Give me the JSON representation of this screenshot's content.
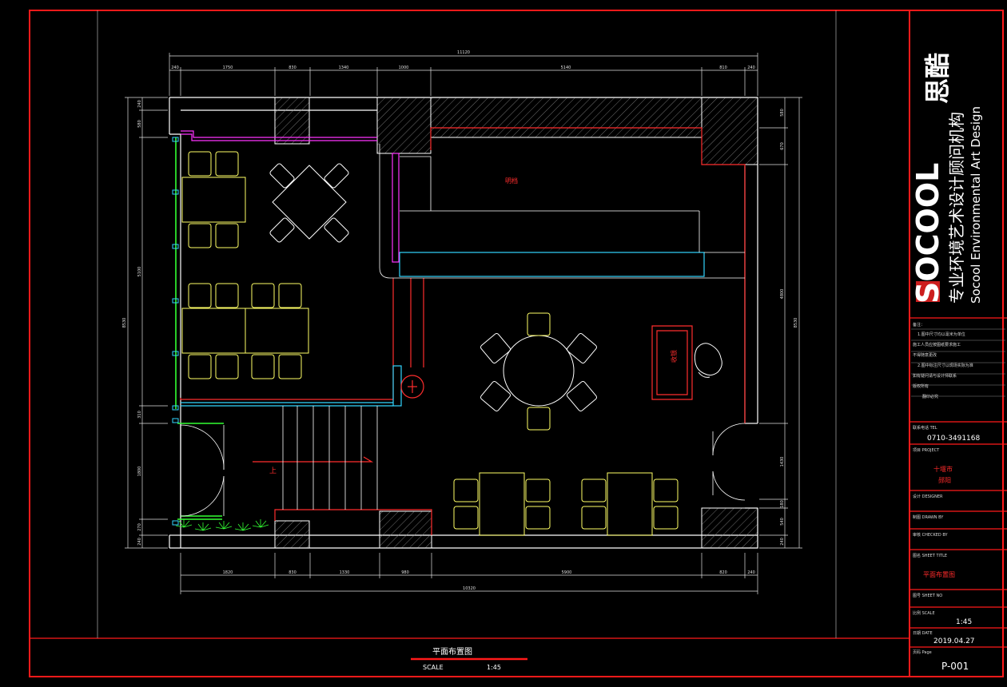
{
  "colors": {
    "background": "#000000",
    "frame": "#ff1a1a",
    "wall": "#ffffff",
    "furniture": "#ffff66",
    "partition": "#ff2d2d",
    "glass": "#33ff33",
    "counter": "#33d6ff",
    "shelf": "#ff33ff"
  },
  "drawing": {
    "title": "平面布置图",
    "scale_label": "SCALE",
    "scale_value": "1:45",
    "room_label_upper": "明档",
    "room_label_cashier": "收银",
    "stair_label": "上",
    "dims_top": [
      "240",
      "1750",
      "830",
      "1340",
      "1000",
      "5140",
      "810",
      "240"
    ],
    "dim_top_total": "11120",
    "dims_bottom": [
      "1820",
      "830",
      "1330",
      "980",
      "5900",
      "820",
      "240"
    ],
    "dim_bottom_total": "10320",
    "dims_left": [
      "240",
      "580",
      "5100",
      "310",
      "1800",
      "270",
      "240"
    ],
    "dim_left_total": "8530",
    "dims_right": [
      "580",
      "670",
      "4800",
      "1430",
      "180",
      "540",
      "240"
    ],
    "dim_right_total": "8530"
  },
  "title_block": {
    "brand_latin": "SOCOOL",
    "brand_cn": "思酷",
    "slogan_cn": "专业环境艺术设计顾问机构",
    "slogan_en": "Socool Environmental Art Design",
    "notes_header": "备注：",
    "notes": [
      "1.图中尺寸均以毫米为单位",
      "施工人员应按图纸要求施工",
      "不得随意更改",
      "2.图中标注尺寸以现场实际为准",
      "如有疑问请与设计师联系",
      "版权所有",
      "翻印必究"
    ],
    "tel_label": "联系电话 TEL",
    "tel": "0710-3491168",
    "project_label": "项目 PROJECT",
    "project_city": "十堰市",
    "project_name": "郧阳",
    "designer_label": "设计 DESIGNER",
    "drawn_label": "制图 DRAWN BY",
    "checked_label": "审核 CHECKED BY",
    "sheet_title_label": "图名 SHEET TITLE",
    "sheet_title": "平面布置图",
    "sheet_no_label": "图号 SHEET NO",
    "scale_label": "比例 SCALE",
    "scale": "1:45",
    "date_label": "日期 DATE",
    "date": "2019.04.27",
    "page_label": "页码 Page",
    "page": "P-001"
  }
}
